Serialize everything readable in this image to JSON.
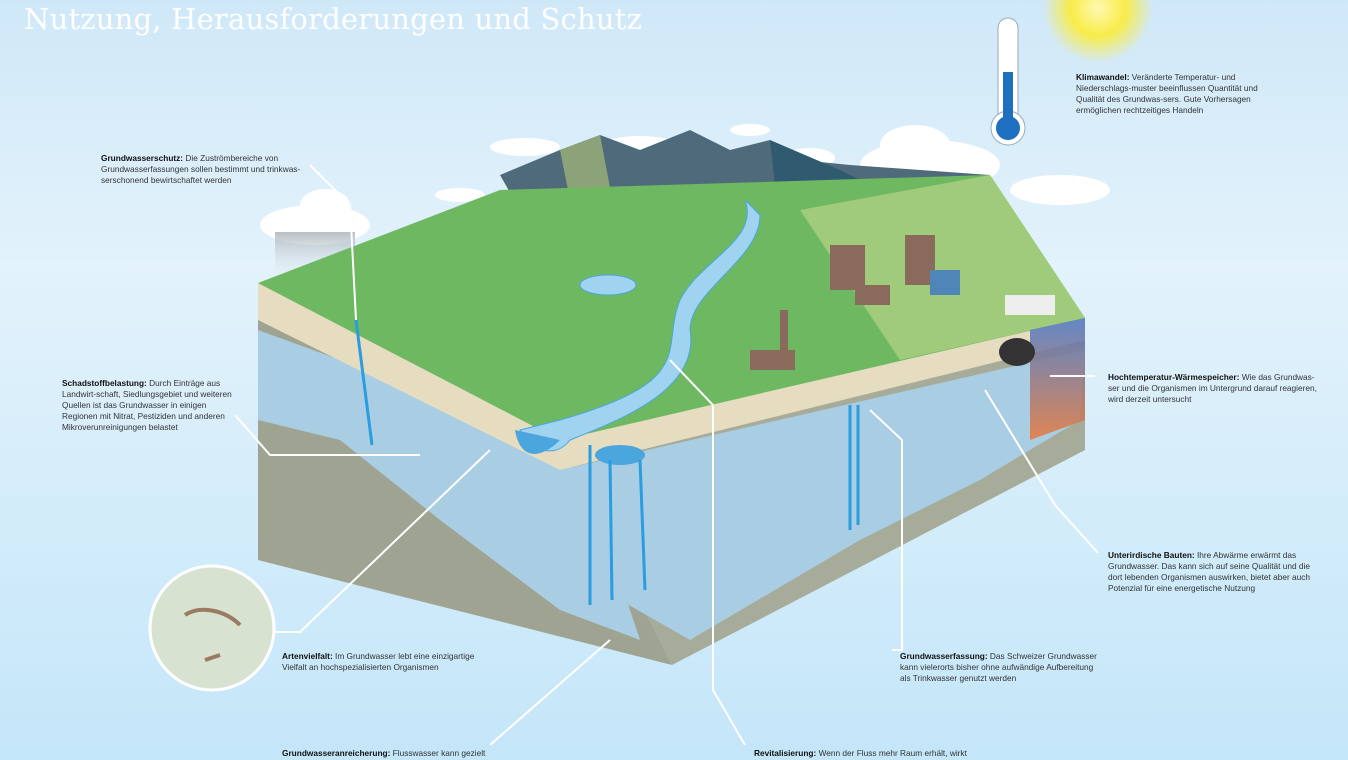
{
  "title": "Nutzung, Herausforderungen und Schutz",
  "colors": {
    "sky": "#d2ecfa",
    "grass": "#6fb862",
    "water": "#4aa6dc",
    "soil": "#b7b9a4",
    "sand": "#e6dcc0",
    "groundwater": "#a9cde2"
  },
  "notes": {
    "klimawandel": {
      "head": "Klimawandel:",
      "text": "Veränderte Temperatur- und Niederschlags-muster beeinflussen Quantität und Qualität des Grundwas-sers. Gute Vorhersagen ermöglichen rechtzeitiges Handeln"
    },
    "grundwasserschutz": {
      "head": "Grundwasserschutz:",
      "text": "Die Zuströmbereiche von Grundwasserfassungen sollen bestimmt und trinkwas-serschonend bewirtschaftet werden"
    },
    "schadstoff": {
      "head": "Schadstoffbelastung:",
      "text": "Durch Einträge aus Landwirt-schaft, Siedlungsgebiet und weiteren Quellen ist das Grundwasser in einigen Regionen mit Nitrat, Pestiziden und anderen Mikroverunreinigungen belastet"
    },
    "hochtemperatur": {
      "head": "Hochtemperatur-Wärmespeicher:",
      "text": "Wie das Grundwas-ser und die Organismen im Untergrund darauf reagieren, wird derzeit untersucht"
    },
    "bauten": {
      "head": "Unterirdische Bauten:",
      "text": "Ihre Abwärme erwärmt das Grundwasser. Das kann sich auf seine Qualität und die dort lebenden Organismen auswirken, bietet aber auch Potenzial für eine energetische Nutzung"
    },
    "artenvielfalt": {
      "head": "Artenvielfalt:",
      "text": "Im Grundwasser lebt eine einzigartige Vielfalt an hochspezialisierten Organismen"
    },
    "fassung": {
      "head": "Grundwasserfassung:",
      "text": "Das Schweizer Grundwasser kann vielerorts bisher ohne aufwändige Aufbereitung als Trinkwasser genutzt werden"
    },
    "anreicherung": {
      "head": "Grundwasseranreicherung:",
      "text": "Flusswasser kann gezielt"
    },
    "revitalisierung": {
      "head": "Revitalisierung:",
      "text": "Wenn der Fluss mehr Raum erhält, wirkt"
    }
  }
}
